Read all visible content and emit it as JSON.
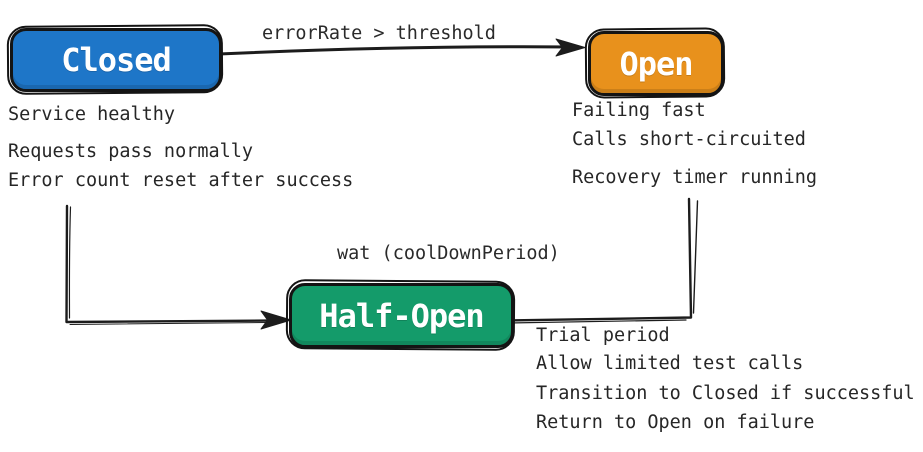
{
  "diagram": {
    "type": "state-diagram",
    "subject": "circuit-breaker-states",
    "background": "#ffffff",
    "line_color": "#1c1c1c",
    "states": [
      {
        "name": "Closed",
        "color": "#1e76c8",
        "text_color": "#ffffff",
        "notes": [
          "Service healthy",
          "Requests pass normally",
          "Error count reset after success"
        ]
      },
      {
        "name": "Open",
        "color": "#e8911c",
        "text_color": "#ffffff",
        "notes": [
          "Failing fast",
          "Calls short-circuited",
          "Recovery timer running"
        ]
      },
      {
        "name": "Half-Open",
        "color": "#149b6a",
        "text_color": "#ffffff",
        "notes": [
          "Trial period",
          "Allow limited test calls",
          "Transition to Closed if successful",
          "Return to Open on failure"
        ]
      }
    ],
    "transitions": [
      {
        "from": "Closed",
        "to": "Open",
        "label": "errorRate > threshold",
        "arrowhead": true
      },
      {
        "from": "Closed",
        "to": "Half-Open",
        "label": "",
        "arrowhead": true
      },
      {
        "from": "Half-Open",
        "to": "Open",
        "label": "wat (coolDownPeriod)",
        "arrowhead": false
      }
    ]
  }
}
